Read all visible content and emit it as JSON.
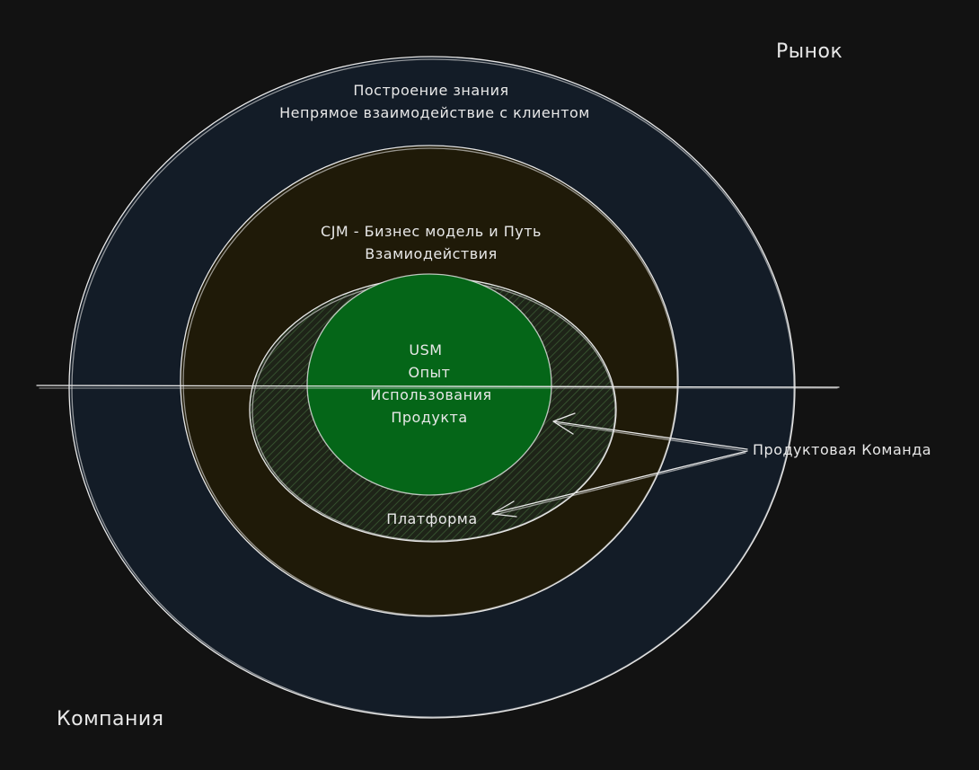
{
  "colors": {
    "background": "#121212",
    "market_ring": "#131c27",
    "cjm_ring": "#1f1a08",
    "platform_ring": "#1e2418",
    "usm_core": "#056618",
    "hatch": "#2f4a2a",
    "stroke": "#e8e8e8"
  },
  "labels": {
    "market": "Рынок",
    "company": "Компания",
    "knowledge_line1": "Построение знания",
    "knowledge_line2": "Непрямое взаимодействие с клиентом",
    "cjm_line1": "CJM - Бизнес модель и Путь",
    "cjm_line2": "Взамиодействия",
    "usm_line1": "USM",
    "usm_line2": "Опыт",
    "usm_line3": "Использования",
    "usm_line4": "Продукта",
    "platform": "Платформа",
    "product_team": "Продуктовая Команда"
  }
}
